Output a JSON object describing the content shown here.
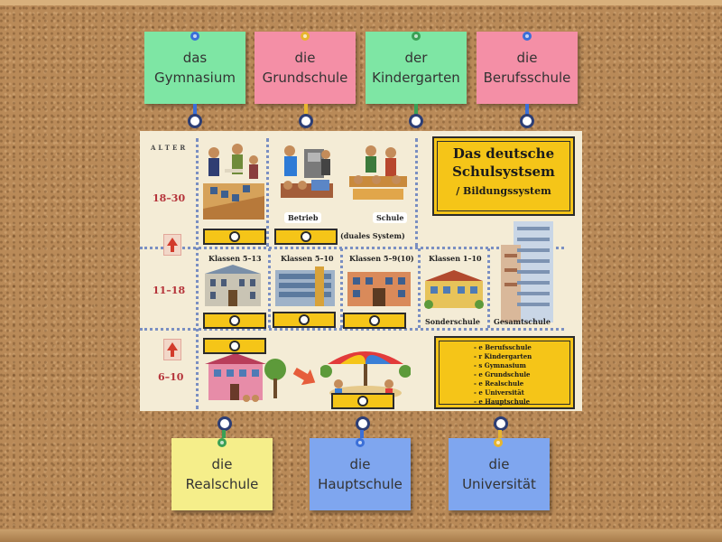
{
  "cards_top": [
    {
      "label": "das\nGymnasium",
      "color": "#7ee6a4",
      "pin": "#3a6fd8"
    },
    {
      "label": "die\nGrundschule",
      "color": "#f48fa6",
      "pin": "#e7b52e"
    },
    {
      "label": "der\nKindergarten",
      "color": "#7ee6a4",
      "pin": "#3aa055"
    },
    {
      "label": "die\nBerufsschule",
      "color": "#f48fa6",
      "pin": "#3a6fd8"
    }
  ],
  "cards_bottom": [
    {
      "label": "die\nRealschule",
      "color": "#f5ee8a",
      "pin": "#3aa055"
    },
    {
      "label": "die\nHauptschule",
      "color": "#7fa6ef",
      "pin": "#3a6fd8"
    },
    {
      "label": "die\nUniversität",
      "color": "#7fa6ef",
      "pin": "#e7b52e"
    }
  ],
  "poster": {
    "alter_label": "ALTER",
    "title_line1": "Das deutsche",
    "title_line2": "Schulsystsem",
    "title_line3": "/ Bildungssystem",
    "ages": [
      "18–30",
      "11–18",
      "6–10"
    ],
    "betrieb": "Betrieb",
    "schule": "Schule",
    "duales": "(duales System)",
    "klassen": [
      "Klassen 5–13",
      "Klassen 5–10",
      "Klassen 5–9(10)",
      "Klassen 1–10"
    ],
    "sonderschule": "Sonderschule",
    "gesamtschule": "Gesamtschule",
    "word_list": [
      "- e Berufsschule",
      "- r Kindergarten",
      "- s Gymnasium",
      "- e Grundschule",
      "- e Realschule",
      "- e Universität",
      "- e Hauptschule"
    ]
  },
  "colors": {
    "slot": "#f5c518",
    "dotted_line": "#7a8fc2",
    "age_text": "#b5333a"
  }
}
